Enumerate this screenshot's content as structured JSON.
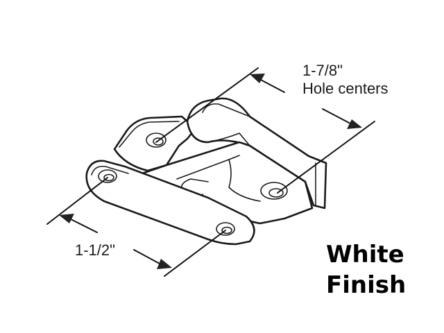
{
  "product": {
    "type": "window sash lock",
    "illustration": "line-drawing"
  },
  "dimensions": {
    "hole_centers_value": "1-7/8\"",
    "hole_centers_label": "Hole centers",
    "width_value": "1-1/2\""
  },
  "finish": {
    "line1": "White",
    "line2": "Finish"
  },
  "colors": {
    "background": "#ffffff",
    "line": "#1a1a1a"
  }
}
